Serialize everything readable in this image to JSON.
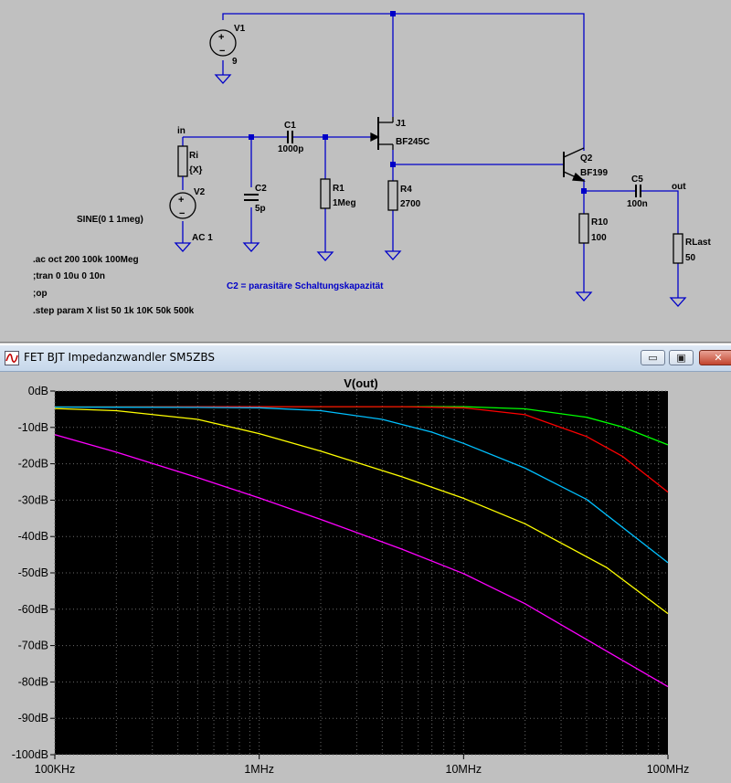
{
  "schematic": {
    "labels": {
      "v1": "V1",
      "v1_value": "9",
      "in": "in",
      "ri": "Ri",
      "ri_value": "{X}",
      "v2": "V2",
      "v2_value": "AC 1",
      "sine": "SINE(0 1 1meg)",
      "c1": "C1",
      "c1_value": "1000p",
      "c2": "C2",
      "c2_value": "5p",
      "r1": "R1",
      "r1_value": "1Meg",
      "j1": "J1",
      "j1_value": "BF245C",
      "r4": "R4",
      "r4_value": "2700",
      "q2": "Q2",
      "q2_value": "BF199",
      "c5": "C5",
      "c5_value": "100n",
      "out": "out",
      "r10": "R10",
      "r10_value": "100",
      "rlast": "RLast",
      "rlast_value": "50"
    },
    "directives": [
      ".ac oct 200 100k 100Meg",
      ";tran 0 10u 0 10n",
      ";op",
      ".step param X list 50  1k 10K 50k 500k"
    ],
    "comment": "C2 = parasitäre Schaltungskapazität",
    "colors": {
      "wire": "#0000c8",
      "comment": "#0000c8"
    }
  },
  "window": {
    "title": "FET BJT Impedanzwandler SM5ZBS",
    "minimize": "▭",
    "restore": "▣",
    "close": "✕",
    "icon": "waveform-icon"
  },
  "chart_data": {
    "type": "line",
    "title": "V(out)",
    "x_scale": "log",
    "xlim": [
      100000,
      100000000
    ],
    "ylim": [
      -100,
      0
    ],
    "x_ticks": [
      {
        "value": 100000,
        "label": "100KHz"
      },
      {
        "value": 1000000,
        "label": "1MHz"
      },
      {
        "value": 10000000,
        "label": "10MHz"
      },
      {
        "value": 100000000,
        "label": "100MHz"
      }
    ],
    "y_ticks": [
      {
        "value": 0,
        "label": "0dB"
      },
      {
        "value": -10,
        "label": "-10dB"
      },
      {
        "value": -20,
        "label": "-20dB"
      },
      {
        "value": -30,
        "label": "-30dB"
      },
      {
        "value": -40,
        "label": "-40dB"
      },
      {
        "value": -50,
        "label": "-50dB"
      },
      {
        "value": -60,
        "label": "-60dB"
      },
      {
        "value": -70,
        "label": "-70dB"
      },
      {
        "value": -80,
        "label": "-80dB"
      },
      {
        "value": -90,
        "label": "-90dB"
      },
      {
        "value": -100,
        "label": "-100dB"
      }
    ],
    "grid": true,
    "background": "#000000",
    "title_color": "#00e000",
    "series": [
      {
        "color": "#00ff00",
        "x": [
          100000,
          1000000,
          5000000,
          10000000,
          20000000,
          40000000,
          60000000,
          100000000
        ],
        "y": [
          -4.4,
          -4.3,
          -4.3,
          -4.3,
          -4.9,
          -7.2,
          -9.9,
          -14.8
        ]
      },
      {
        "color": "#ff0000",
        "x": [
          100000,
          1000000,
          5000000,
          10000000,
          20000000,
          40000000,
          60000000,
          100000000
        ],
        "y": [
          -4.4,
          -4.3,
          -4.3,
          -4.6,
          -6.5,
          -12.5,
          -18.0,
          -27.8
        ]
      },
      {
        "color": "#00c0ff",
        "x": [
          100000,
          500000,
          1000000,
          2000000,
          4000000,
          7000000,
          10000000,
          20000000,
          40000000,
          100000000
        ],
        "y": [
          -4.4,
          -4.5,
          -4.6,
          -5.4,
          -7.8,
          -11.3,
          -14.4,
          -21.2,
          -29.8,
          -47.2
        ]
      },
      {
        "color": "#ffff00",
        "x": [
          100000,
          200000,
          500000,
          1000000,
          2000000,
          5000000,
          10000000,
          20000000,
          50000000,
          100000000
        ],
        "y": [
          -4.8,
          -5.4,
          -7.8,
          -11.7,
          -16.5,
          -23.6,
          -29.5,
          -36.5,
          -48.5,
          -61.2
        ]
      },
      {
        "color": "#ff00ff",
        "x": [
          100000,
          200000,
          500000,
          1000000,
          2000000,
          5000000,
          10000000,
          20000000,
          50000000,
          100000000
        ],
        "y": [
          -12.0,
          -16.8,
          -23.8,
          -29.4,
          -35.3,
          -43.5,
          -50.2,
          -58.5,
          -71.5,
          -81.3
        ]
      }
    ]
  }
}
